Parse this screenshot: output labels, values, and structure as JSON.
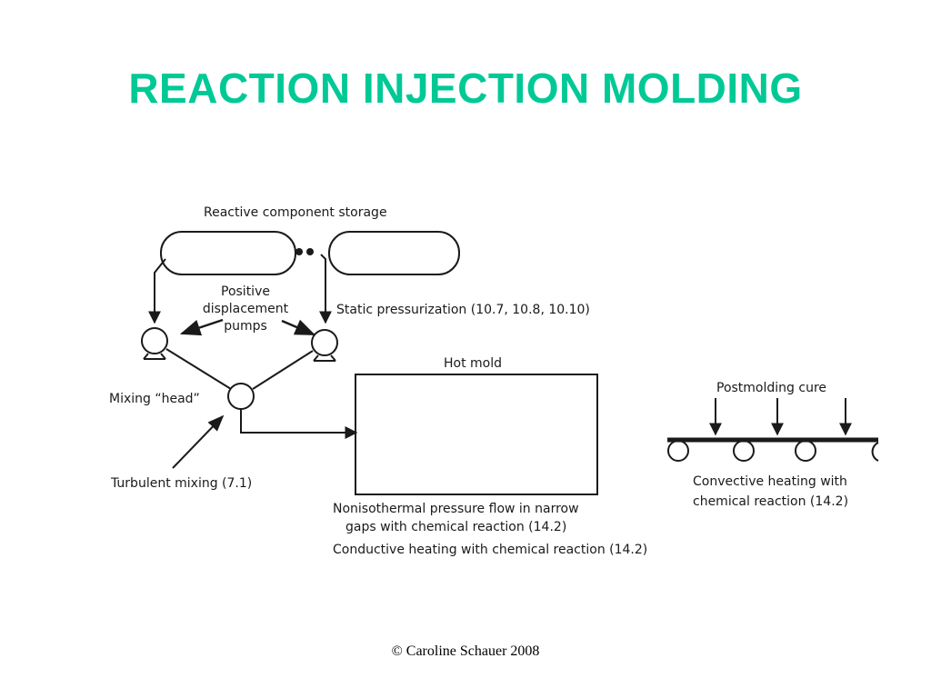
{
  "title": "REACTION INJECTION MOLDING",
  "colors": {
    "title": "#00c996",
    "ink": "#1a1a1a"
  },
  "diagram": {
    "storage_label": "Reactive component storage",
    "pumps_label_1": "Positive",
    "pumps_label_2": "displacement",
    "pumps_label_3": "pumps",
    "static_label": "Static pressurization (10.7, 10.8, 10.10)",
    "mixing_head_label": "Mixing “head”",
    "turbulent_label": "Turbulent mixing (7.1)",
    "mold_label": "Hot mold",
    "noniso_label_1": "Nonisothermal pressure flow in narrow",
    "noniso_label_2": "gaps with chemical reaction (14.2)",
    "conductive_label": "Conductive heating with chemical reaction (14.2)",
    "postmolding_label": "Postmolding cure",
    "convective_label_1": "Convective heating with",
    "convective_label_2": "chemical reaction (14.2)"
  },
  "footer": "© Caroline Schauer 2008"
}
